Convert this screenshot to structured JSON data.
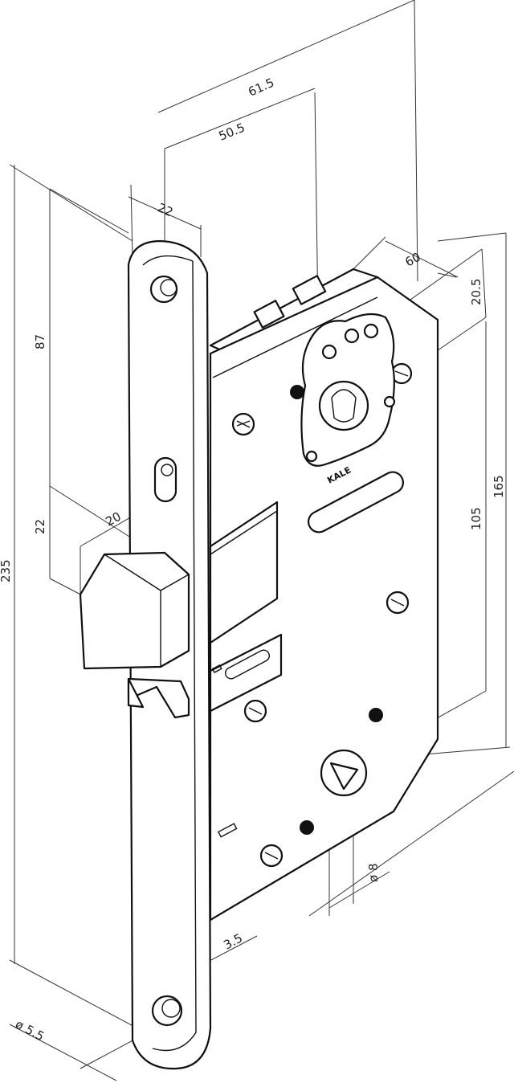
{
  "drawing": {
    "dimensions": {
      "d_61_5": "61.5",
      "d_50_5": "50.5",
      "d_22_face": "22",
      "d_87": "87",
      "d_22_latch": "22",
      "d_20": "20",
      "d_235": "235",
      "d_60": "60",
      "d_20_5": "20.5",
      "d_105": "105",
      "d_165": "165",
      "d_8": "ø 8",
      "d_3_5": "3.5",
      "d_5_5": "ø 5.5"
    },
    "brand_mark": "KALE"
  }
}
